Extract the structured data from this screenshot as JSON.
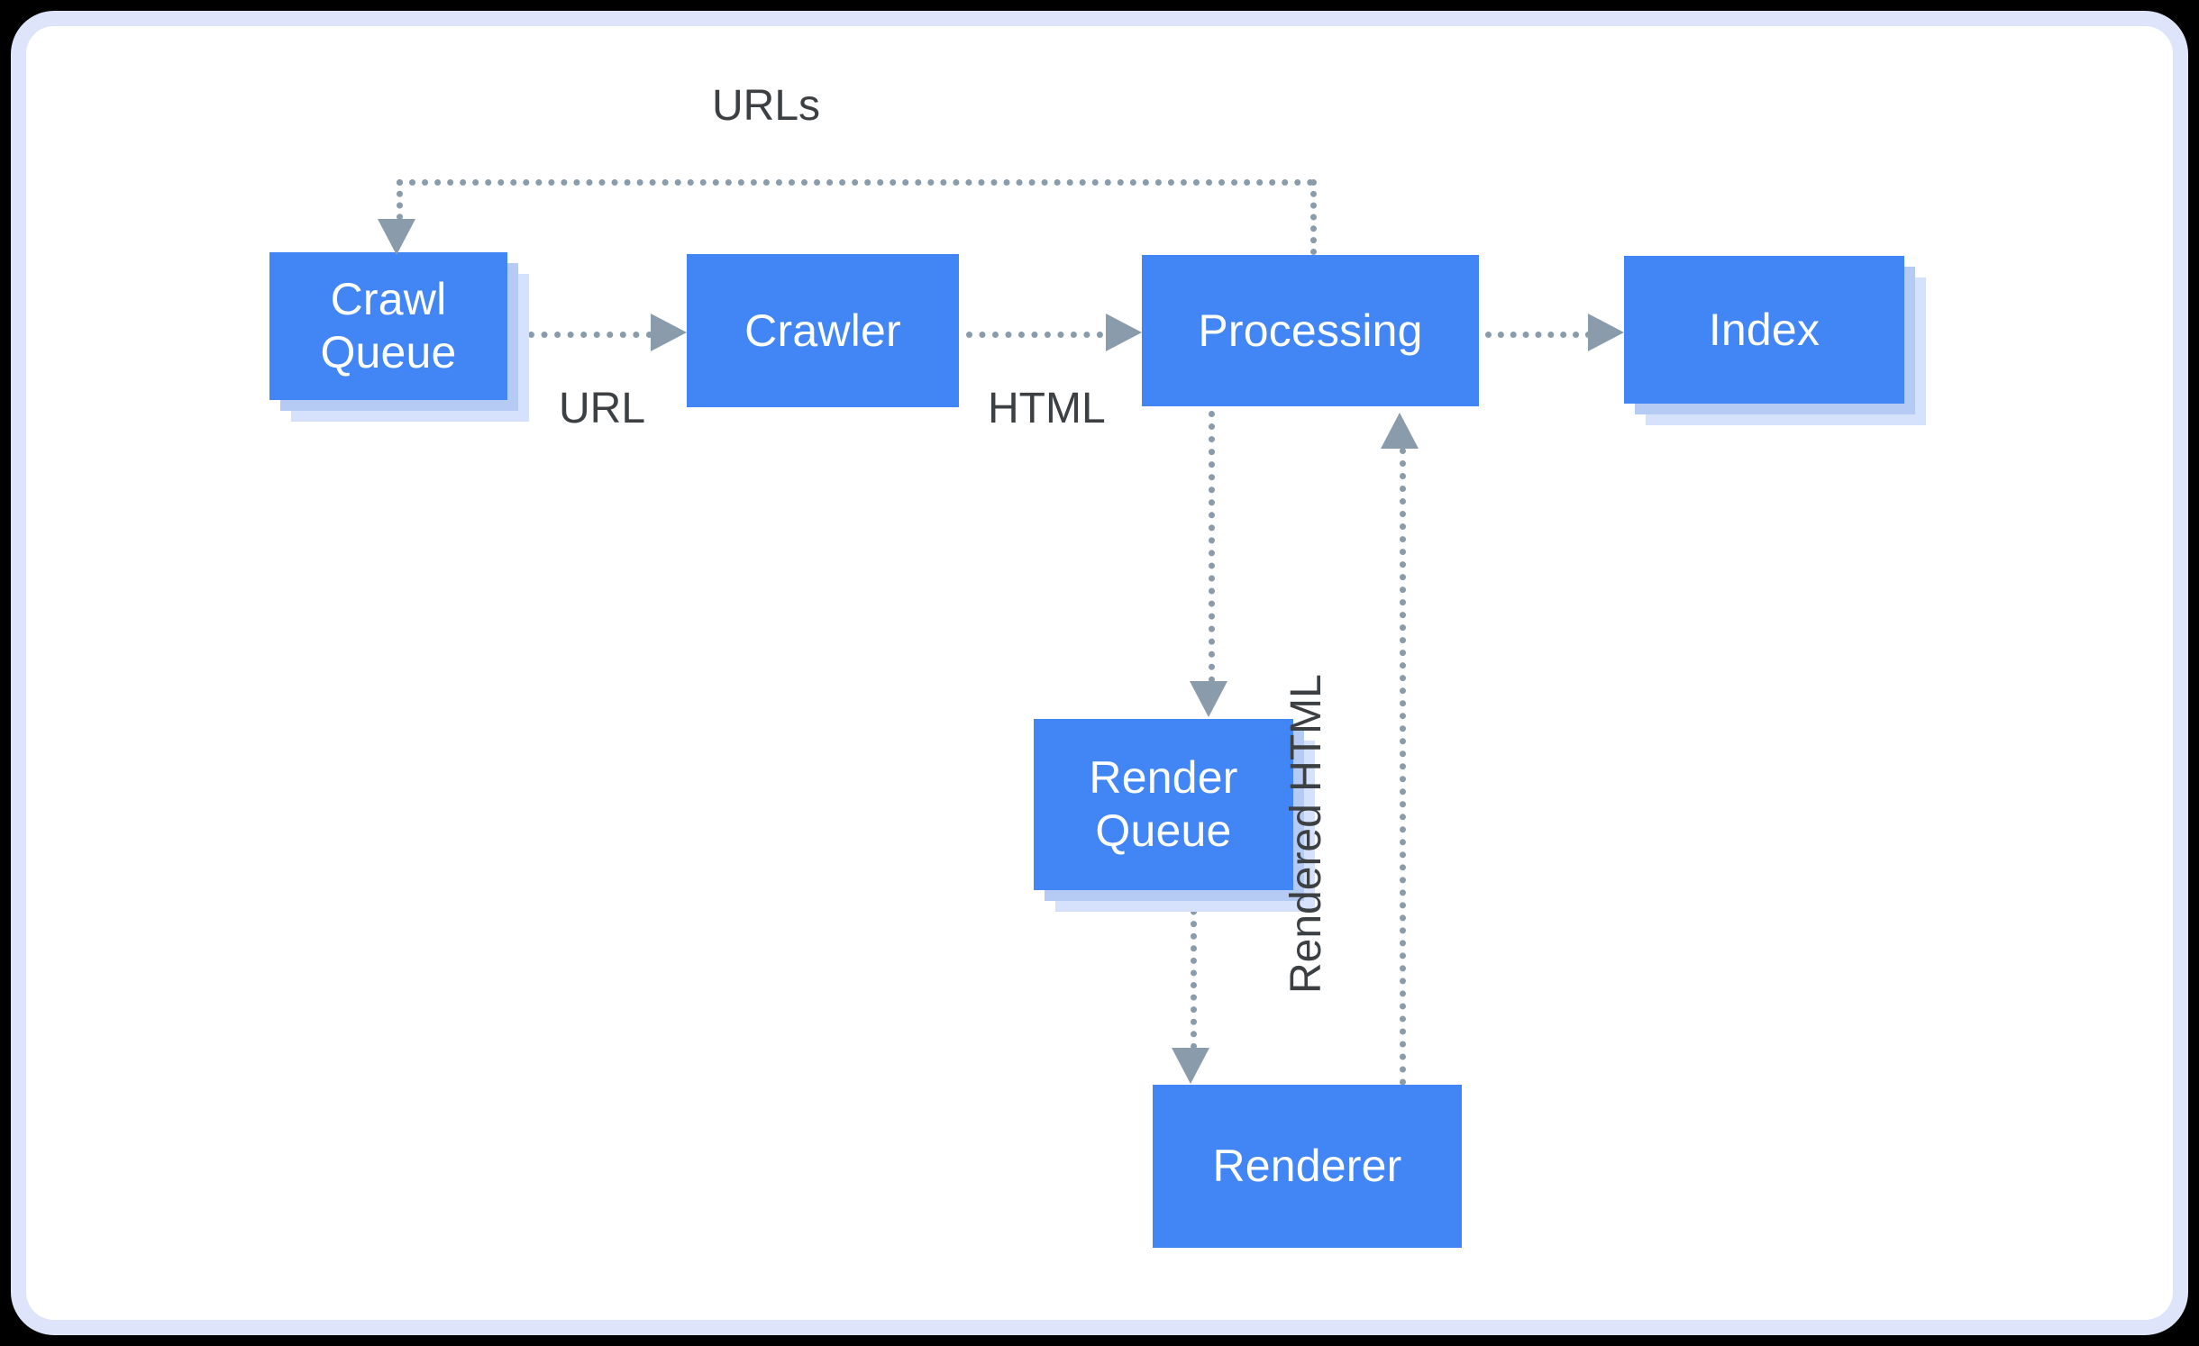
{
  "diagram": {
    "title": "Googlebot crawl, render and index pipeline",
    "background_color": "#ffffff",
    "frame_border_color": "#dee5fb",
    "node_color": "#4285f4",
    "node_text_color": "#ffffff",
    "stack_layer_1_color": "#b6cbf4",
    "stack_layer_2_color": "#d6e2fb",
    "connector_color": "#8a9cab",
    "label_text_color": "#3c4043",
    "nodes": [
      {
        "id": "crawl-queue",
        "label": "Crawl\nQueue",
        "stacked": true
      },
      {
        "id": "crawler",
        "label": "Crawler",
        "stacked": false
      },
      {
        "id": "processing",
        "label": "Processing",
        "stacked": false
      },
      {
        "id": "index",
        "label": "Index",
        "stacked": true
      },
      {
        "id": "render-queue",
        "label": "Render\nQueue",
        "stacked": true
      },
      {
        "id": "renderer",
        "label": "Renderer",
        "stacked": false
      }
    ],
    "edges": [
      {
        "id": "urls",
        "label": "URLs",
        "from": "processing",
        "to": "crawl-queue",
        "orientation": "horizontal"
      },
      {
        "id": "url",
        "label": "URL",
        "from": "crawl-queue",
        "to": "crawler",
        "orientation": "horizontal"
      },
      {
        "id": "html",
        "label": "HTML",
        "from": "crawler",
        "to": "processing",
        "orientation": "horizontal"
      },
      {
        "id": "to-index",
        "label": "",
        "from": "processing",
        "to": "index",
        "orientation": "horizontal"
      },
      {
        "id": "to-render-q",
        "label": "",
        "from": "processing",
        "to": "render-queue",
        "orientation": "vertical"
      },
      {
        "id": "to-renderer",
        "label": "",
        "from": "render-queue",
        "to": "renderer",
        "orientation": "vertical"
      },
      {
        "id": "rendered-html",
        "label": "Rendered HTML",
        "from": "renderer",
        "to": "processing",
        "orientation": "vertical"
      }
    ]
  }
}
